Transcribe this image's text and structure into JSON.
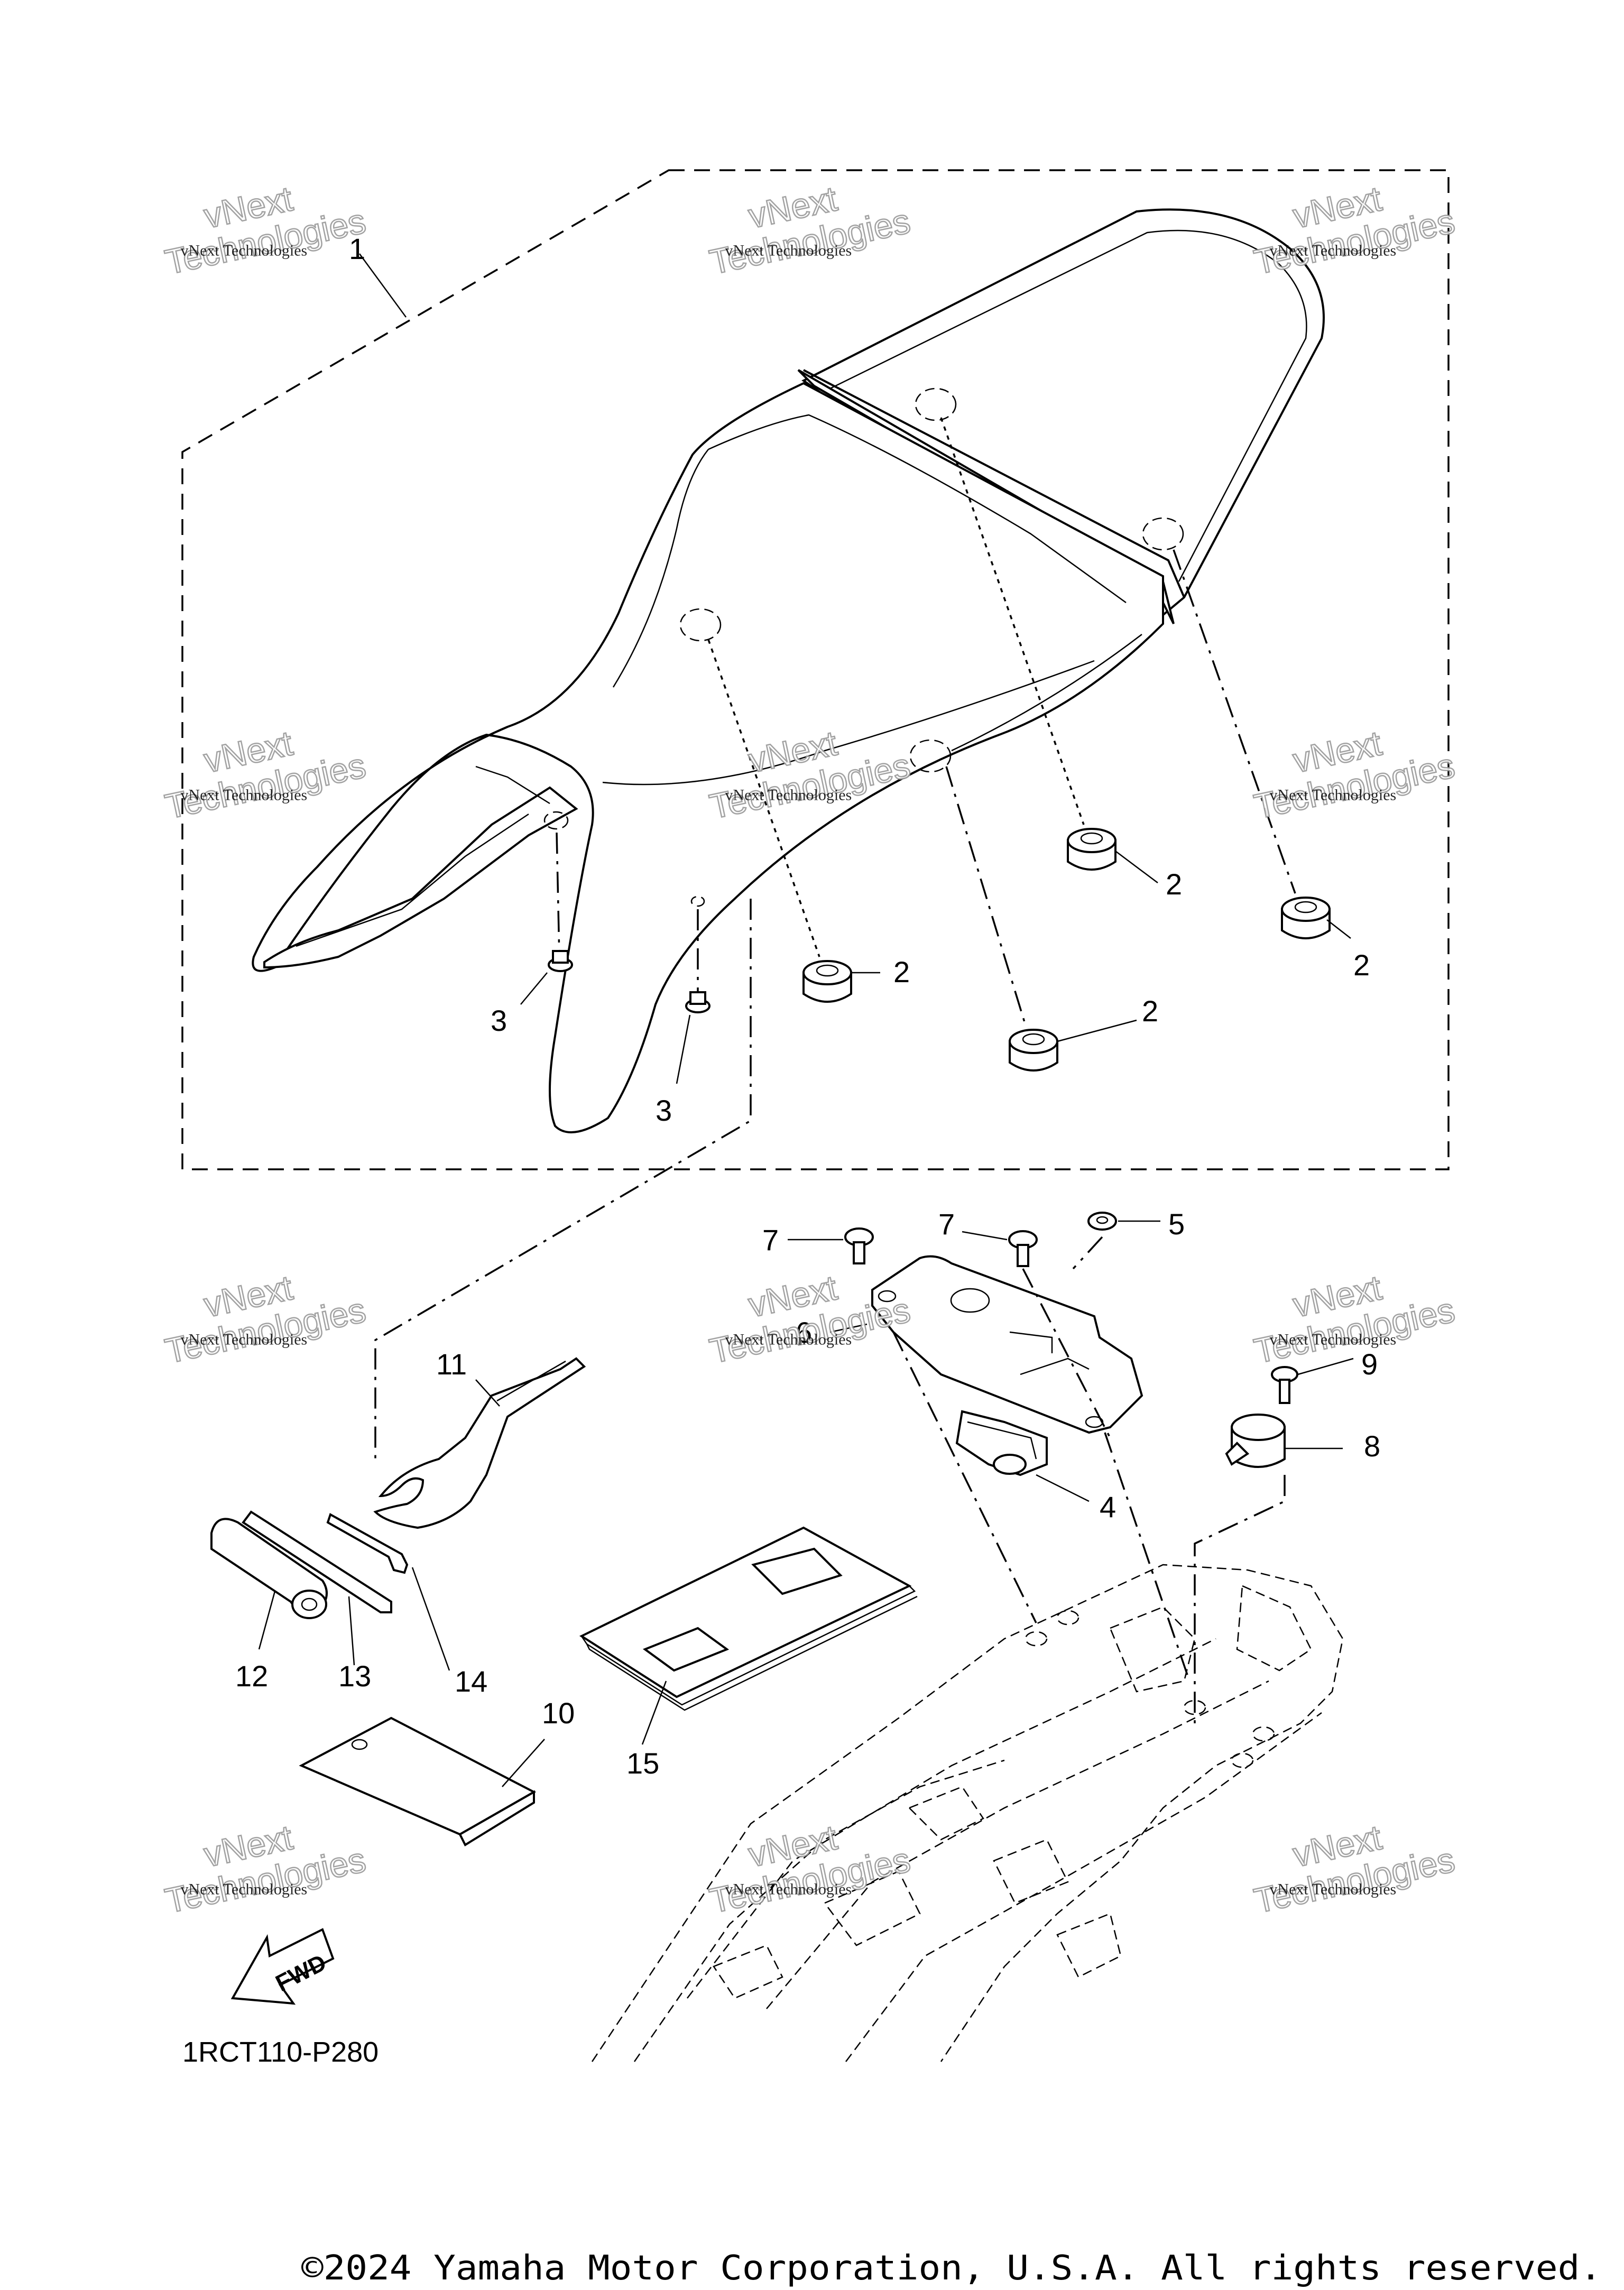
{
  "diagram": {
    "callouts": [
      "1",
      "2",
      "3",
      "4",
      "5",
      "6",
      "7",
      "8",
      "9",
      "10",
      "11",
      "12",
      "13",
      "14",
      "15"
    ],
    "watermark": {
      "line1": "vNext Technologies",
      "line2": "vNext",
      "line3": "Technologies"
    },
    "direction_label": "FWD",
    "part_code": "1RCT110-P280"
  },
  "footer": {
    "copyright": "©2024 Yamaha Motor Corporation, U.S.A. All rights reserved."
  }
}
